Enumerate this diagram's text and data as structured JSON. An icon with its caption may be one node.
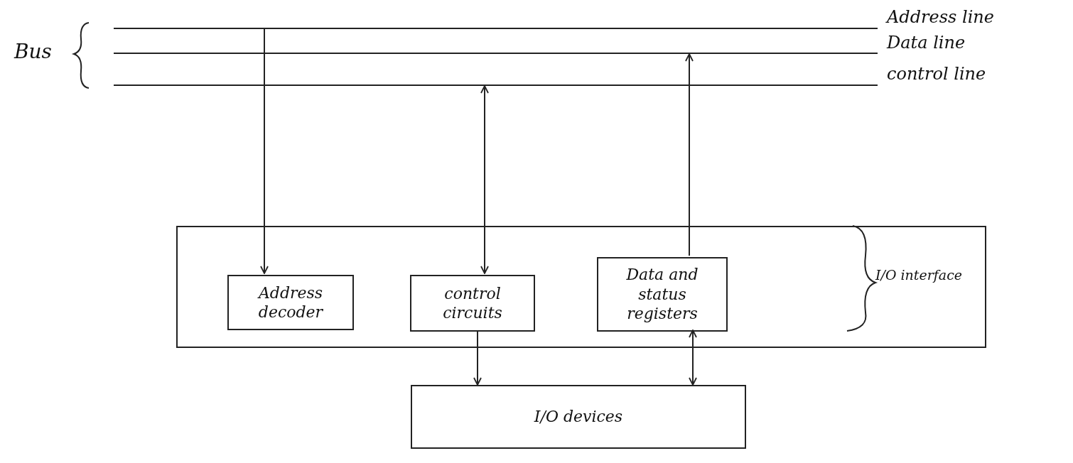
{
  "diagram": {
    "nodes": [
      {
        "text": [],
        "shape": "bar",
        "beside": [
          "Address line"
        ]
      },
      {
        "text": [],
        "shape": "bar",
        "beside": [
          "Data line"
        ]
      },
      {
        "text": [],
        "shape": "bar",
        "beside": [
          "control line"
        ]
      },
      {
        "text": [],
        "shape": "box",
        "beside": [
          "I/O interface"
        ]
      },
      {
        "text": [
          "Address decoder"
        ],
        "in": 3
      },
      {
        "text": [
          "control circuits"
        ],
        "in": 3
      },
      {
        "text": [
          "Data and status registers"
        ],
        "in": 3
      },
      {
        "text": [
          "I/O devices"
        ]
      }
    ],
    "edges": [
      {
        "from": 0,
        "to": 4,
        "arrow": "to"
      },
      {
        "from": 2,
        "to": 5,
        "arrow": "both"
      },
      {
        "from": 6,
        "to": 1,
        "arrow": "to"
      },
      {
        "from": 5,
        "to": 7,
        "arrow": "to"
      },
      {
        "from": 6,
        "to": 7,
        "arrow": "both"
      }
    ],
    "labels": [
      "Bus"
    ]
  }
}
